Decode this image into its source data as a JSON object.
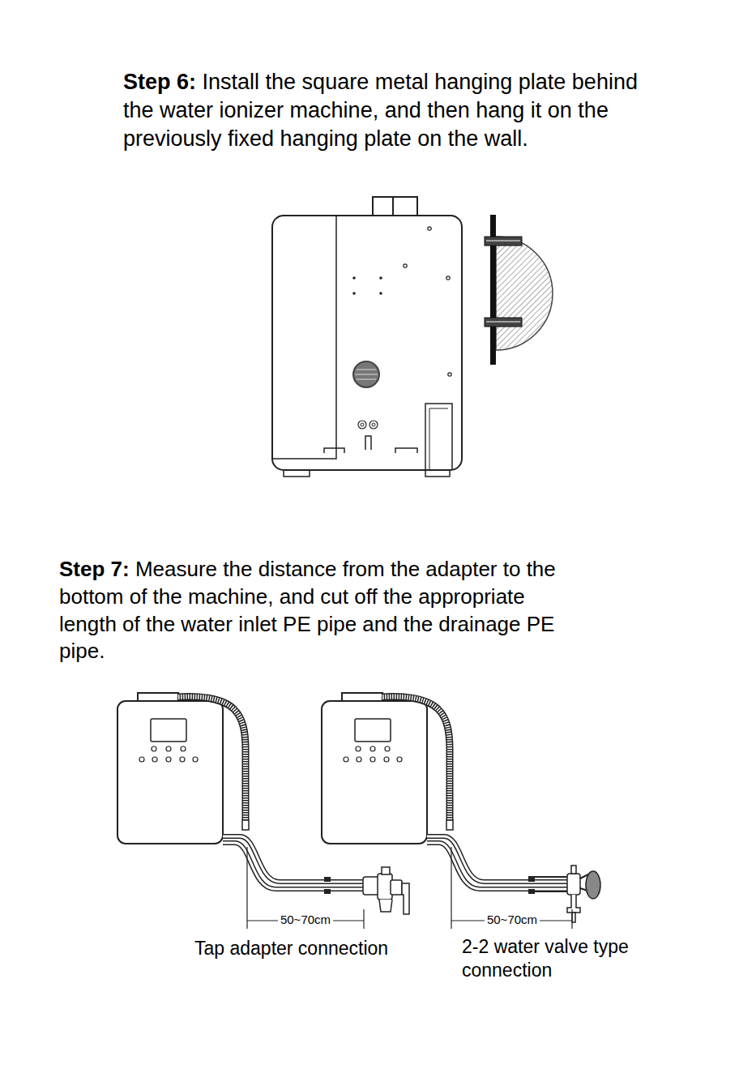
{
  "diagram": {
    "labels": [
      "Step 6:",
      "Install the square metal hanging plate behind the water ionizer machine, and then hang it on the previously fixed hanging plate on the wall.",
      "Step 7:",
      "Measure the distance from the adapter to the bottom of the machine, and cut off the appropriate length of the water inlet PE pipe and the drainage PE pipe.",
      "50~70cm",
      "50~70cm",
      "Tap adapter connection",
      "2-2 water valve type connection"
    ]
  }
}
